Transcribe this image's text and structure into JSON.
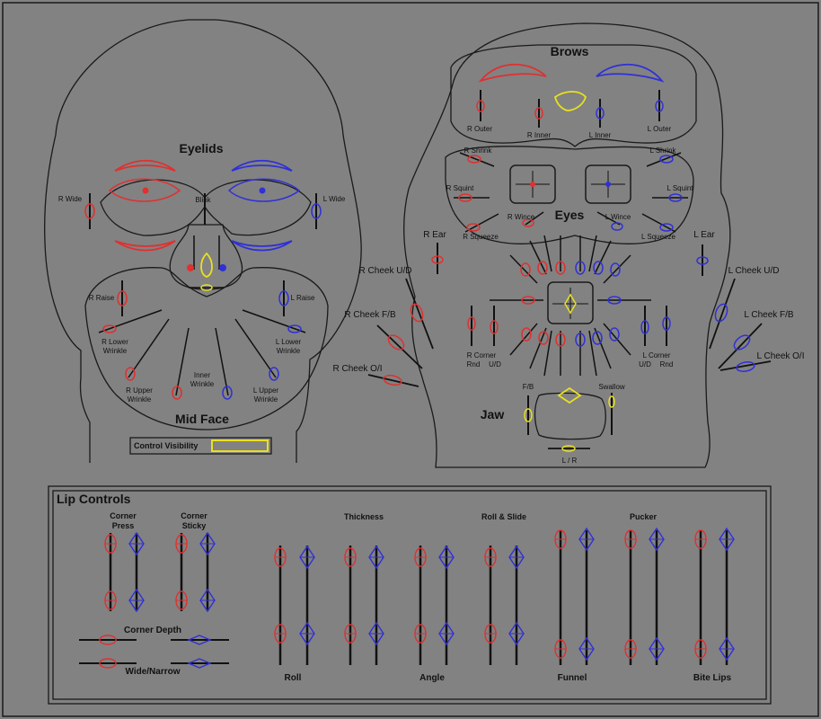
{
  "colors": {
    "background": "#828282",
    "outline": "#1a1a1a",
    "right_side": "#e03030",
    "left_side": "#3030d8",
    "center": "#e8e020",
    "text": "#111111"
  },
  "face_left": {
    "eyelids_title": "Eyelids",
    "blink": "Blink",
    "r_wide": "R Wide",
    "l_wide": "L Wide",
    "midface_title": "Mid Face",
    "r_raise": "R Raise",
    "l_raise": "L Raise",
    "r_lower_wrinkle": [
      "R Lower",
      "Wrinkle"
    ],
    "l_lower_wrinkle": [
      "L Lower",
      "Wrinkle"
    ],
    "r_upper_wrinkle": [
      "R Upper",
      "Wrinkle"
    ],
    "l_upper_wrinkle": [
      "L Upper",
      "Wrinkle"
    ],
    "inner_wrinkle": [
      "Inner",
      "Wrinkle"
    ],
    "control_visibility": "Control Visibility"
  },
  "face_right": {
    "brows_title": "Brows",
    "r_outer": "R Outer",
    "r_inner": "R Inner",
    "l_inner": "L Inner",
    "l_outer": "L Outer",
    "r_shrink": "R Shrink",
    "l_shrink": "L Shrink",
    "r_squint": "R Squint",
    "l_squint": "L Squint",
    "eyes_title": "Eyes",
    "r_wince": "R Wince",
    "l_wince": "L Wince",
    "r_squeeze": "R Squeeze",
    "l_squeeze": "L Squeeze",
    "r_ear": "R Ear",
    "l_ear": "L Ear",
    "r_cheek_ud": "R Cheek U/D",
    "r_cheek_fb": "R Cheek F/B",
    "r_cheek_oi": "R Cheek O/I",
    "l_cheek_ud": "L Cheek U/D",
    "l_cheek_fb": "L Cheek F/B",
    "l_cheek_oi": "L Cheek O/I",
    "r_corner_rnd": [
      "R Corner",
      "Rnd"
    ],
    "r_corner_ud": "U/D",
    "l_corner_ud": [
      "L Corner",
      "U/D"
    ],
    "l_corner_rnd": "Rnd",
    "jaw_title": "Jaw",
    "fb": "F/B",
    "swallow": "Swallow",
    "lr": "L / R"
  },
  "lip": {
    "title": "Lip Controls",
    "corner_press": [
      "Corner",
      "Press"
    ],
    "corner_sticky": [
      "Corner",
      "Sticky"
    ],
    "corner_depth": "Corner Depth",
    "wide_narrow": "Wide/Narrow",
    "thickness": "Thickness",
    "roll_slide": "Roll & Slide",
    "pucker": "Pucker",
    "roll": "Roll",
    "angle": "Angle",
    "funnel": "Funnel",
    "bite_lips": "Bite Lips"
  }
}
